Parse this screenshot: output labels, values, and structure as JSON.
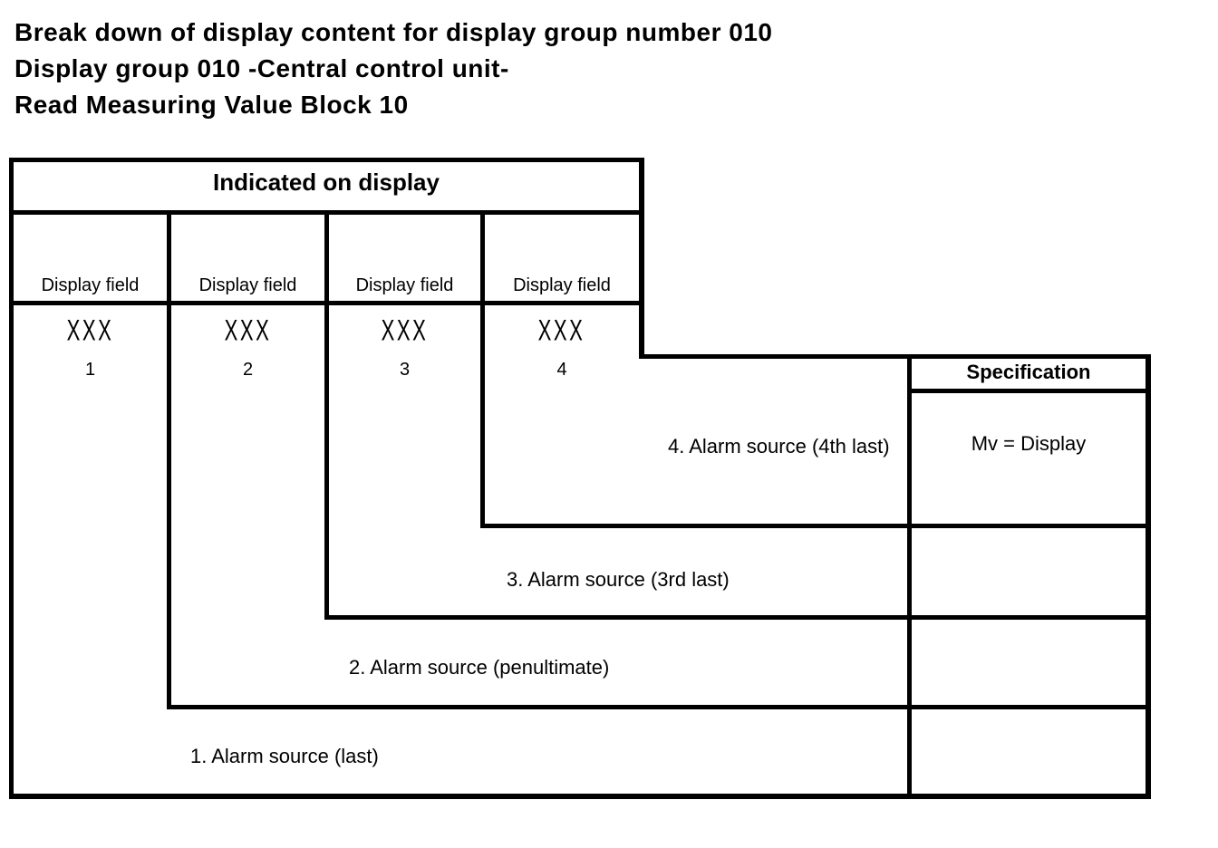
{
  "page": {
    "title_lines": [
      "Break down of display content for display group number 010",
      "Display group 010 -Central control unit-",
      "Read Measuring Value Block 10"
    ]
  },
  "table": {
    "display_header": "Indicated on display",
    "columns": [
      {
        "label": "Display field",
        "number": "1",
        "value": "XXX"
      },
      {
        "label": "Display field",
        "number": "2",
        "value": "XXX"
      },
      {
        "label": "Display field",
        "number": "3",
        "value": "XXX"
      },
      {
        "label": "Display field",
        "number": "4",
        "value": "XXX"
      }
    ],
    "specification_header": "Specification",
    "rows": [
      {
        "label": "4. Alarm source (4th last)",
        "specification": "Mv = Display"
      },
      {
        "label": "3. Alarm source (3rd last)",
        "specification": ""
      },
      {
        "label": "2. Alarm source (penultimate)",
        "specification": ""
      },
      {
        "label": "1. Alarm source (last)",
        "specification": ""
      }
    ]
  }
}
